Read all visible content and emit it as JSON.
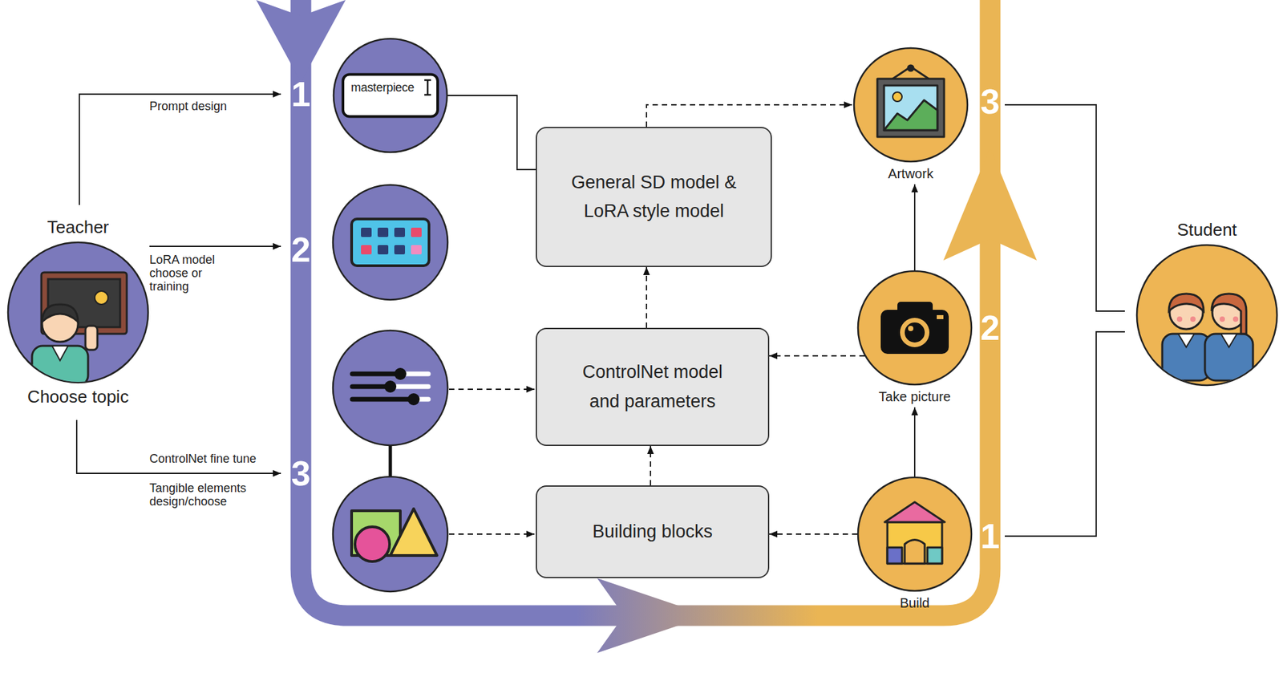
{
  "diagram": {
    "nodes": [
      {
        "text": [
          "masterpiece"
        ]
      },
      {
        "text": [
          "General SD model & LoRA style model"
        ]
      },
      {
        "text": [
          "Artwork"
        ]
      },
      {
        "text": [
          "Teacher",
          "Choose topic"
        ]
      },
      {
        "text": [
          "ControlNet model and parameters"
        ]
      },
      {
        "text": [
          "Take picture"
        ]
      },
      {
        "text": [
          "Student"
        ]
      },
      {
        "text": [
          "Building blocks"
        ]
      },
      {
        "text": [
          "Build"
        ]
      }
    ],
    "edges": [
      {
        "from": 0,
        "to": 1,
        "arrow": "none"
      },
      {
        "from": 4,
        "to": 1,
        "arrow": "to"
      },
      {
        "from": 7,
        "to": 4,
        "arrow": "to"
      },
      {
        "from": 1,
        "to": 2,
        "arrow": "to"
      },
      {
        "from": 8,
        "to": 7,
        "arrow": "to"
      },
      {
        "from": 8,
        "to": 5,
        "arrow": "to"
      },
      {
        "from": 5,
        "to": 2,
        "arrow": "to"
      },
      {
        "from": 5,
        "to": 4,
        "arrow": "to"
      }
    ],
    "labels": [
      "1",
      "Prompt design",
      "2",
      "LoRA model choose or training",
      "ControlNet fine tune",
      "3",
      "Tangible elements design/choose",
      "3",
      "2",
      "1"
    ]
  }
}
